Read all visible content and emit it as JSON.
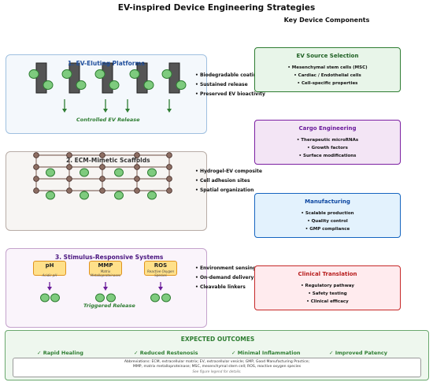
{
  "title": "EV-inspired Device Engineering Strategies",
  "subtitle": "Key Device Components",
  "panels": [
    {
      "title": "1. EV-Eluting Platforms",
      "title_color": "#1f4e9c",
      "bullets": [
        "Biodegradable coating",
        "Sustained release",
        "Preserved EV bioactivity"
      ],
      "flow_label": "Controlled EV Release"
    },
    {
      "title": "2. ECM-Mimetic Scaffolds",
      "title_color": "#333333",
      "bullets": [
        "Hydrogel-EV composite",
        "Cell adhesion sites",
        "Spatial organization"
      ]
    },
    {
      "title": "3. Stimulus-Responsive Systems",
      "title_color": "#4a1580",
      "bullets": [
        "Environment sensing",
        "On-demand delivery",
        "Cleavable linkers"
      ],
      "stimuli": [
        {
          "label": "pH",
          "caption": "Acidic pH"
        },
        {
          "label": "MMP",
          "sub": "Matrix",
          "caption": "Metalloproteinases"
        },
        {
          "label": "ROS",
          "sub": "Reactive Oxygen",
          "caption": "Species"
        }
      ],
      "flow_label": "Triggered Release"
    }
  ],
  "components": [
    {
      "title": "EV Source Selection",
      "color": "#1b5e20",
      "items": [
        "Mesenchymal stem cells (MSC)",
        "Cardiac / Endothelial cells",
        "Cell-specific properties"
      ]
    },
    {
      "title": "Cargo Engineering",
      "color": "#6a1b9a",
      "items": [
        "Therapeutic microRNAs",
        "Growth factors",
        "Surface modifications"
      ]
    },
    {
      "title": "Manufacturing",
      "color": "#0d47a1",
      "items": [
        "Scalable production",
        "Quality control",
        "GMP compliance"
      ]
    },
    {
      "title": "Clinical Translation",
      "color": "#b71c1c",
      "items": [
        "Regulatory pathway",
        "Safety testing",
        "Clinical efficacy"
      ]
    }
  ],
  "outcomes": {
    "title": "EXPECTED OUTCOMES",
    "items": [
      "Rapid Healing",
      "Reduced Restenosis",
      "Minimal Inflammation",
      "Improved Patency"
    ],
    "abbreviations_line1": "Abbreviations: ECM, extracellular matrix; EV, extracellular vesicle; GMP, Good Manufacturing Practice;",
    "abbreviations_line2": "MMP, matrix metalloproteinase; MSC, mesenchymal stem cell; ROS, reactive oxygen species",
    "note": "See figure legend for details."
  },
  "colors": {
    "ev_green": "#7ecb7e",
    "ev_stroke": "#2e7d32",
    "strut": "#555555",
    "node": "#8d6e63",
    "arrow_green": "#2e7d32",
    "arrow_purple": "#6a1b9a"
  }
}
